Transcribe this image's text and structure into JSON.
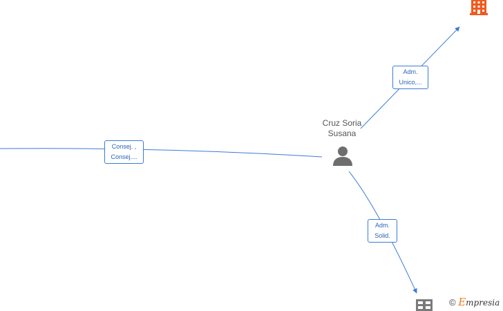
{
  "nodes": {
    "person": {
      "name_line1": "Cruz Soria",
      "name_line2": "Susana",
      "icon": "person-icon"
    },
    "company_top": {
      "icon": "building-icon",
      "color": "#f05a1e"
    },
    "company_bottom": {
      "icon": "building-icon",
      "color": "#7a7a7a"
    }
  },
  "edges": {
    "top": {
      "line1": "Adm.",
      "line2": "Unico,..."
    },
    "left": {
      "line1": "Consej. ,",
      "line2": "Consej...."
    },
    "bottom": {
      "line1": "Adm.",
      "line2": "Solid."
    }
  },
  "colors": {
    "edge": "#3a7bd5",
    "label_text": "#2a62b5"
  },
  "watermark": {
    "copyright_symbol": "©",
    "brand_initial": "E",
    "brand_rest": "mpresia"
  }
}
